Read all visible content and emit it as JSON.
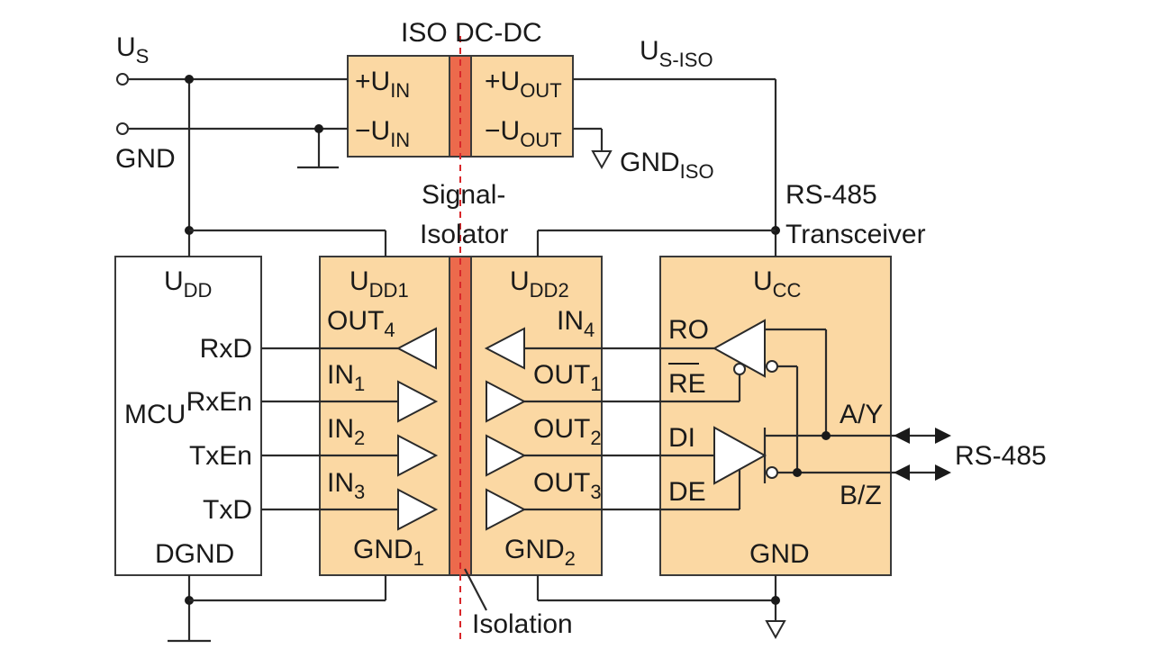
{
  "power": {
    "us": "U",
    "us_sub": "S",
    "gnd": "GND",
    "dcdc_title": "ISO DC-DC",
    "uin_pos": "+U",
    "uin_pos_sub": "IN",
    "uin_neg": "−U",
    "uin_neg_sub": "IN",
    "uout_pos": "+U",
    "uout_pos_sub": "OUT",
    "uout_neg": "−U",
    "uout_neg_sub": "OUT",
    "us_iso": "U",
    "us_iso_sub": "S-ISO",
    "gnd_iso": "GND",
    "gnd_iso_sub": "ISO"
  },
  "mcu": {
    "udd": "U",
    "udd_sub": "DD",
    "rxd": "RxD",
    "name": "MCU",
    "rxen": "RxEn",
    "txen": "TxEn",
    "txd": "TxD",
    "dgnd": "DGND"
  },
  "isolator": {
    "title_line1": "Signal-",
    "title_line2": "Isolator",
    "udd1": "U",
    "udd1_sub": "DD1",
    "udd2": "U",
    "udd2_sub": "DD2",
    "left_pins": [
      {
        "t": "OUT",
        "s": "4"
      },
      {
        "t": "IN",
        "s": "1"
      },
      {
        "t": "IN",
        "s": "2"
      },
      {
        "t": "IN",
        "s": "3"
      }
    ],
    "right_pins": [
      {
        "t": "IN",
        "s": "4"
      },
      {
        "t": "OUT",
        "s": "1"
      },
      {
        "t": "OUT",
        "s": "2"
      },
      {
        "t": "OUT",
        "s": "3"
      }
    ],
    "gnd1": "GND",
    "gnd1_sub": "1",
    "gnd2": "GND",
    "gnd2_sub": "2",
    "isolation": "Isolation"
  },
  "transceiver": {
    "title_line1": "RS-485",
    "title_line2": "Transceiver",
    "ucc": "U",
    "ucc_sub": "CC",
    "ro": "RO",
    "re": "RE",
    "di": "DI",
    "de": "DE",
    "ay": "A/Y",
    "bz": "B/Z",
    "gnd": "GND",
    "bus": "RS-485"
  }
}
